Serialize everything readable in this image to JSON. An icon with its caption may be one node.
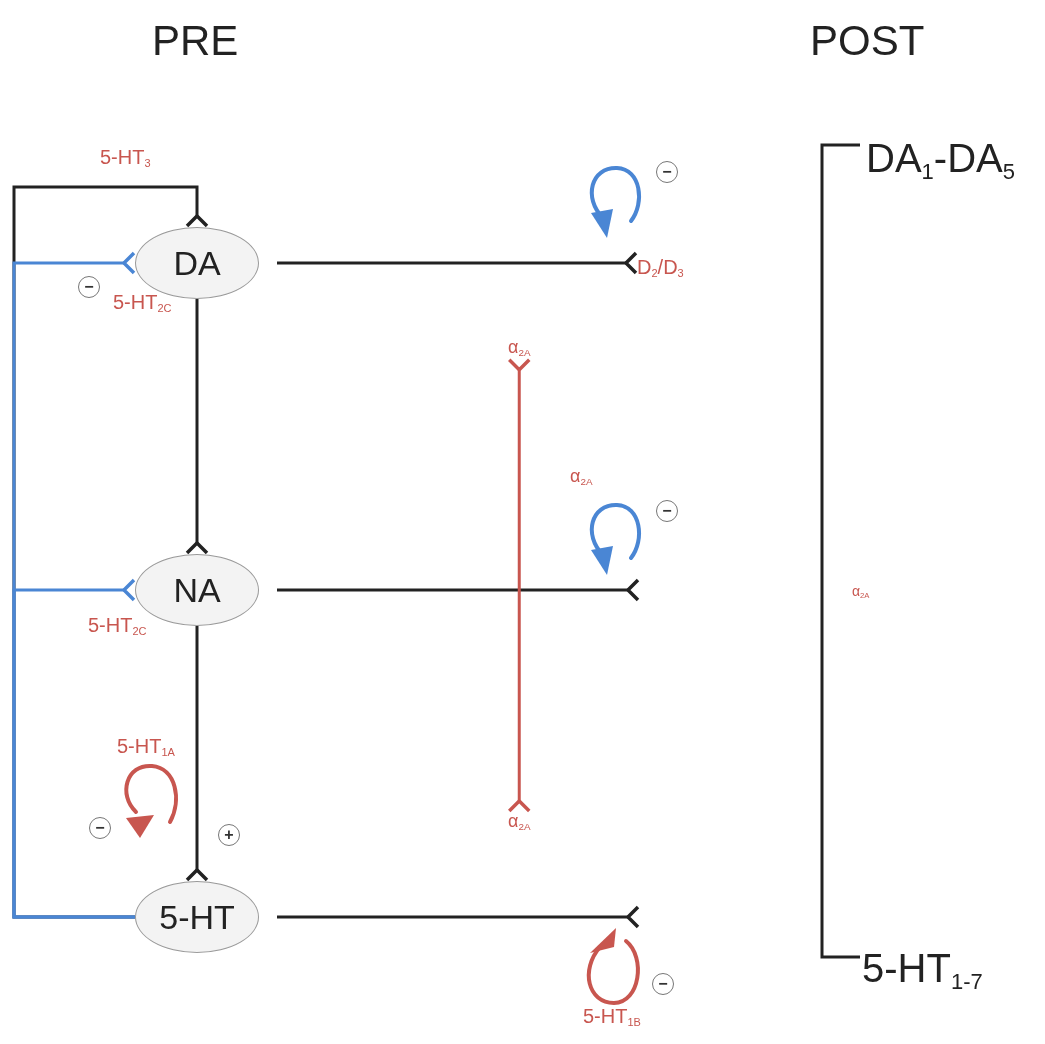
{
  "diagram": {
    "nodes": [
      {
        "text": [
          "DA"
        ]
      },
      {
        "text": [
          "NA"
        ]
      },
      {
        "text": [
          "5-HT"
        ]
      },
      {
        "text": [
          "D$_{2}$/D$_{3}$"
        ]
      },
      {
        "text": [
          "α$_{2A}$"
        ]
      },
      {
        "text": [
          "α$_{2A}$"
        ]
      }
    ],
    "edges": [
      {
        "from": 2,
        "to": 0,
        "arrow": "other"
      },
      {
        "from": 2,
        "to": 0,
        "arrow": "other",
        "color": "#4a86d4"
      },
      {
        "from": 2,
        "to": 1,
        "arrow": "other",
        "color": "#4a86d4"
      },
      {
        "from": 0,
        "to": 1,
        "arrow": "other"
      },
      {
        "from": 1,
        "to": 2,
        "arrow": "other"
      },
      {
        "from": 0,
        "to": 3,
        "arrow": "other"
      },
      {
        "from": 1,
        "to": null,
        "arrow": "other"
      },
      {
        "from": 2,
        "to": null,
        "arrow": "other"
      },
      {
        "from": 4,
        "to": 5,
        "arrow": "other",
        "color": "#c8564f"
      }
    ],
    "labels": [
      "PRE",
      "POST",
      "5-HT$_{3}$",
      "DA$_{1}$-DA$_{5}$",
      "−",
      "−",
      "5-HT$_{2C}$",
      "α$_{2A}$",
      "−",
      "α$_{2A}$",
      "5-HT$_{2C}$",
      "5-HT$_{1A}$",
      "−",
      "+",
      "−",
      "5-HT$_{1B}$",
      "5-HT$_{1-7}$"
    ]
  }
}
